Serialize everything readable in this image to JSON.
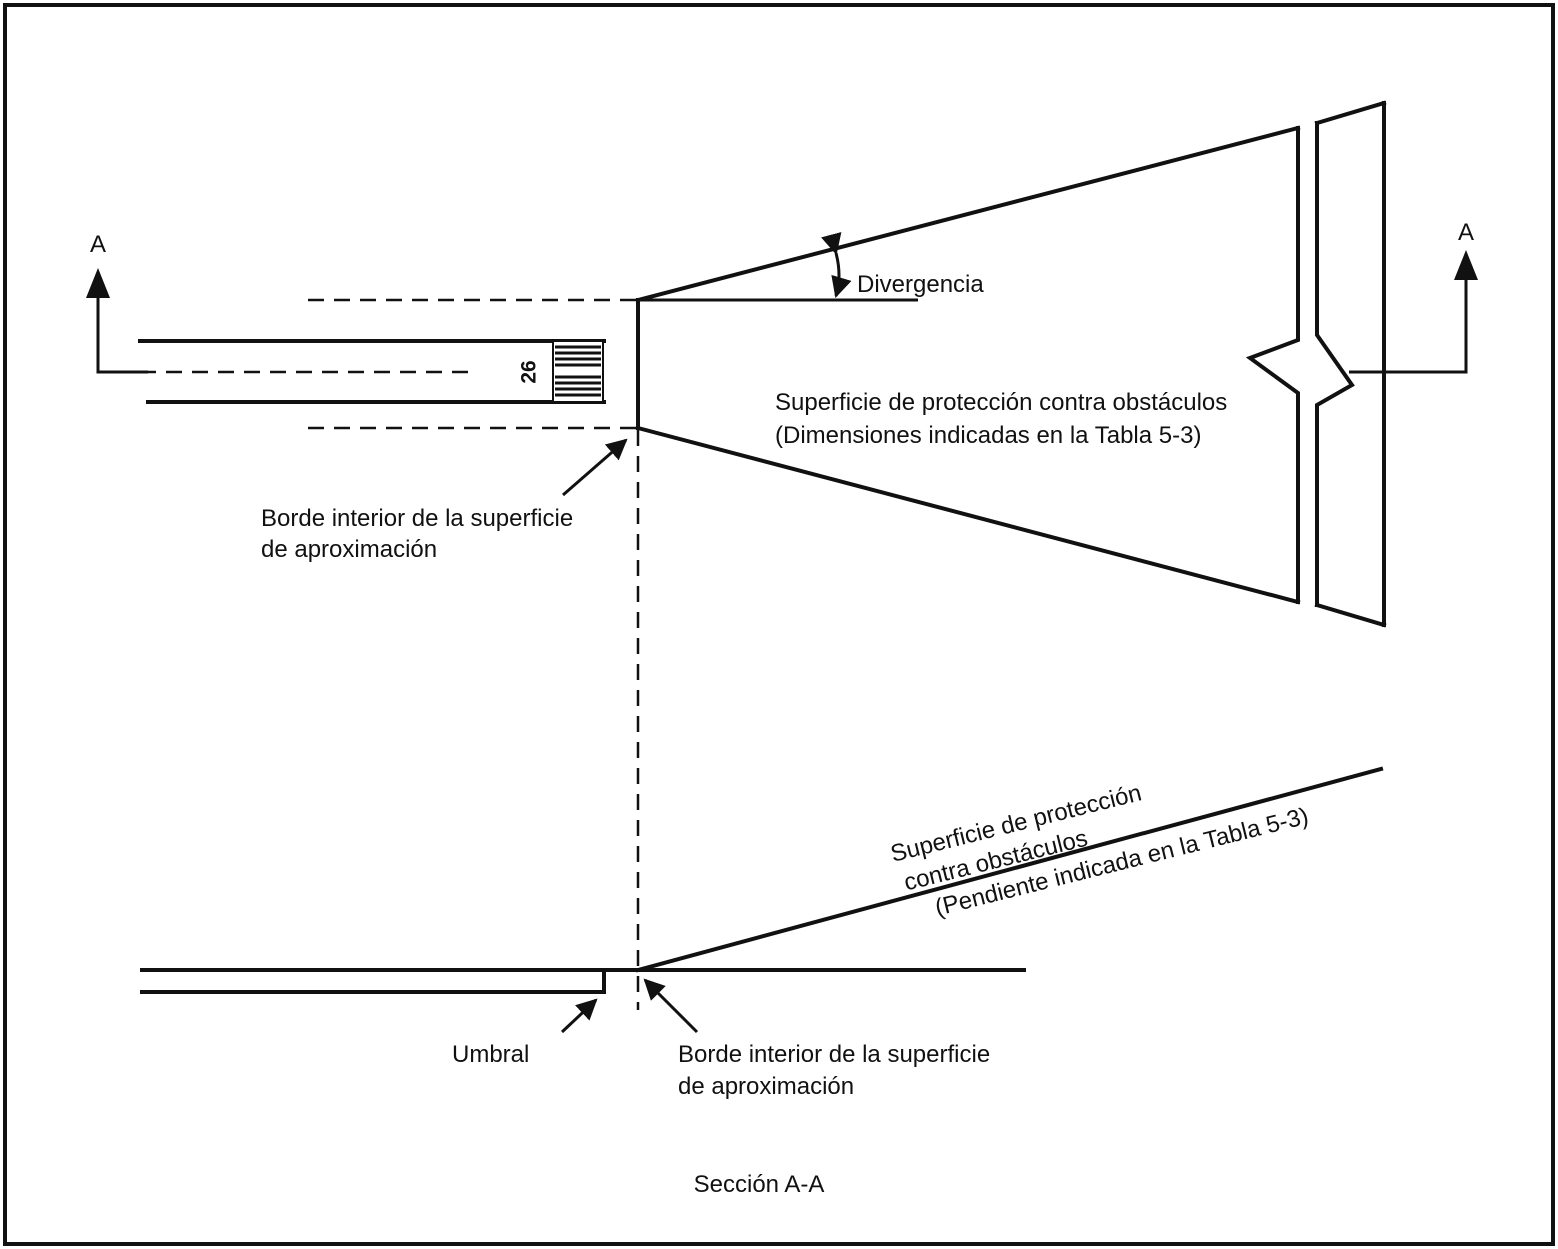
{
  "labels": {
    "section_marker_left": "A",
    "section_marker_right": "A",
    "divergence": "Divergencia",
    "runway_number": "26",
    "plan_surface_line1": "Superficie de protección contra obstáculos",
    "plan_surface_line2": "(Dimensiones indicadas en la Tabla 5-3)",
    "plan_inner_edge_line1": "Borde interior de la superficie",
    "plan_inner_edge_line2": "de aproximación",
    "section_surface_line1": "Superficie de protección",
    "section_surface_line2": "contra obstáculos",
    "section_surface_line3": "(Pendiente indicada en la Tabla 5-3)",
    "threshold": "Umbral",
    "section_inner_edge_line1": "Borde interior de la superficie",
    "section_inner_edge_line2": "de aproximación",
    "section_title": "Sección A-A"
  },
  "colors": {
    "ink": "#111111",
    "background": "#ffffff"
  }
}
